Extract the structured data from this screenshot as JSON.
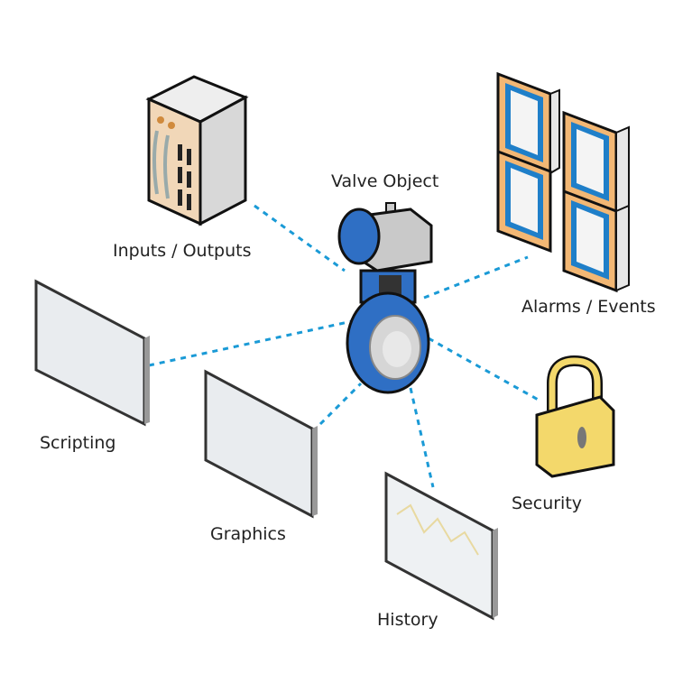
{
  "diagram": {
    "center": {
      "label": "Valve Object",
      "icon": "butterfly-valve-icon"
    },
    "nodes": [
      {
        "id": "io",
        "label": "Inputs / Outputs",
        "icon": "io-rack-icon"
      },
      {
        "id": "alarms",
        "label": "Alarms / Events",
        "icon": "alarm-panels-icon"
      },
      {
        "id": "scripting",
        "label": "Scripting",
        "icon": "screen-icon"
      },
      {
        "id": "graphics",
        "label": "Graphics",
        "icon": "screen-icon"
      },
      {
        "id": "history",
        "label": "History",
        "icon": "trend-screen-icon"
      },
      {
        "id": "security",
        "label": "Security",
        "icon": "padlock-icon"
      }
    ],
    "connector_style": "dashed",
    "colors": {
      "connector": "#1a9ad6",
      "valve_blue": "#2f6fc4",
      "actuator_gray": "#c9c9c9",
      "panel_orange": "#f2b774",
      "panel_blue": "#1f7fc9",
      "lock_yellow": "#f3d86b",
      "rack_cream": "#f1d7b8"
    }
  }
}
